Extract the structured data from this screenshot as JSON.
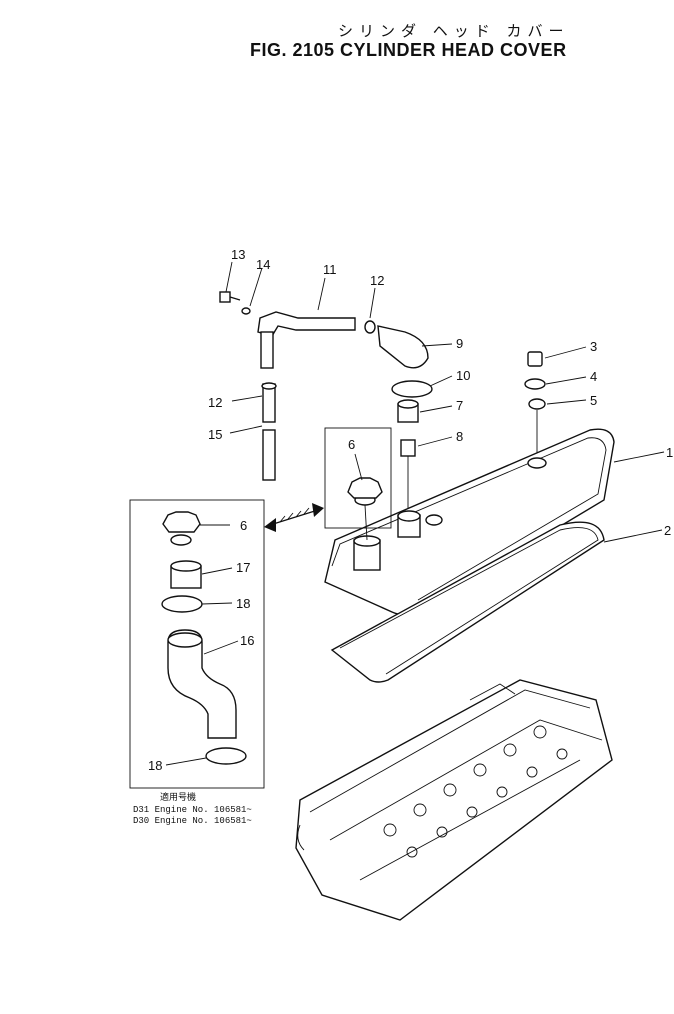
{
  "header": {
    "jp_title": "シリンダ ヘッド カバー",
    "title": "FIG. 2105  CYLINDER HEAD COVER"
  },
  "callouts": {
    "c1": "1",
    "c2": "2",
    "c3": "3",
    "c4": "4",
    "c5": "5",
    "c6_main": "6",
    "c6_inset": "6",
    "c7": "7",
    "c8": "8",
    "c9": "9",
    "c10": "10",
    "c11": "11",
    "c12_top": "12",
    "c12_left": "12",
    "c13": "13",
    "c14": "14",
    "c15": "15",
    "c16": "16",
    "c17": "17",
    "c18_top": "18",
    "c18_bottom": "18"
  },
  "applicability": {
    "heading": "適用号機",
    "line1": "D31  Engine  No. 106581~",
    "line2": "D30  Engine  No. 106581~"
  }
}
